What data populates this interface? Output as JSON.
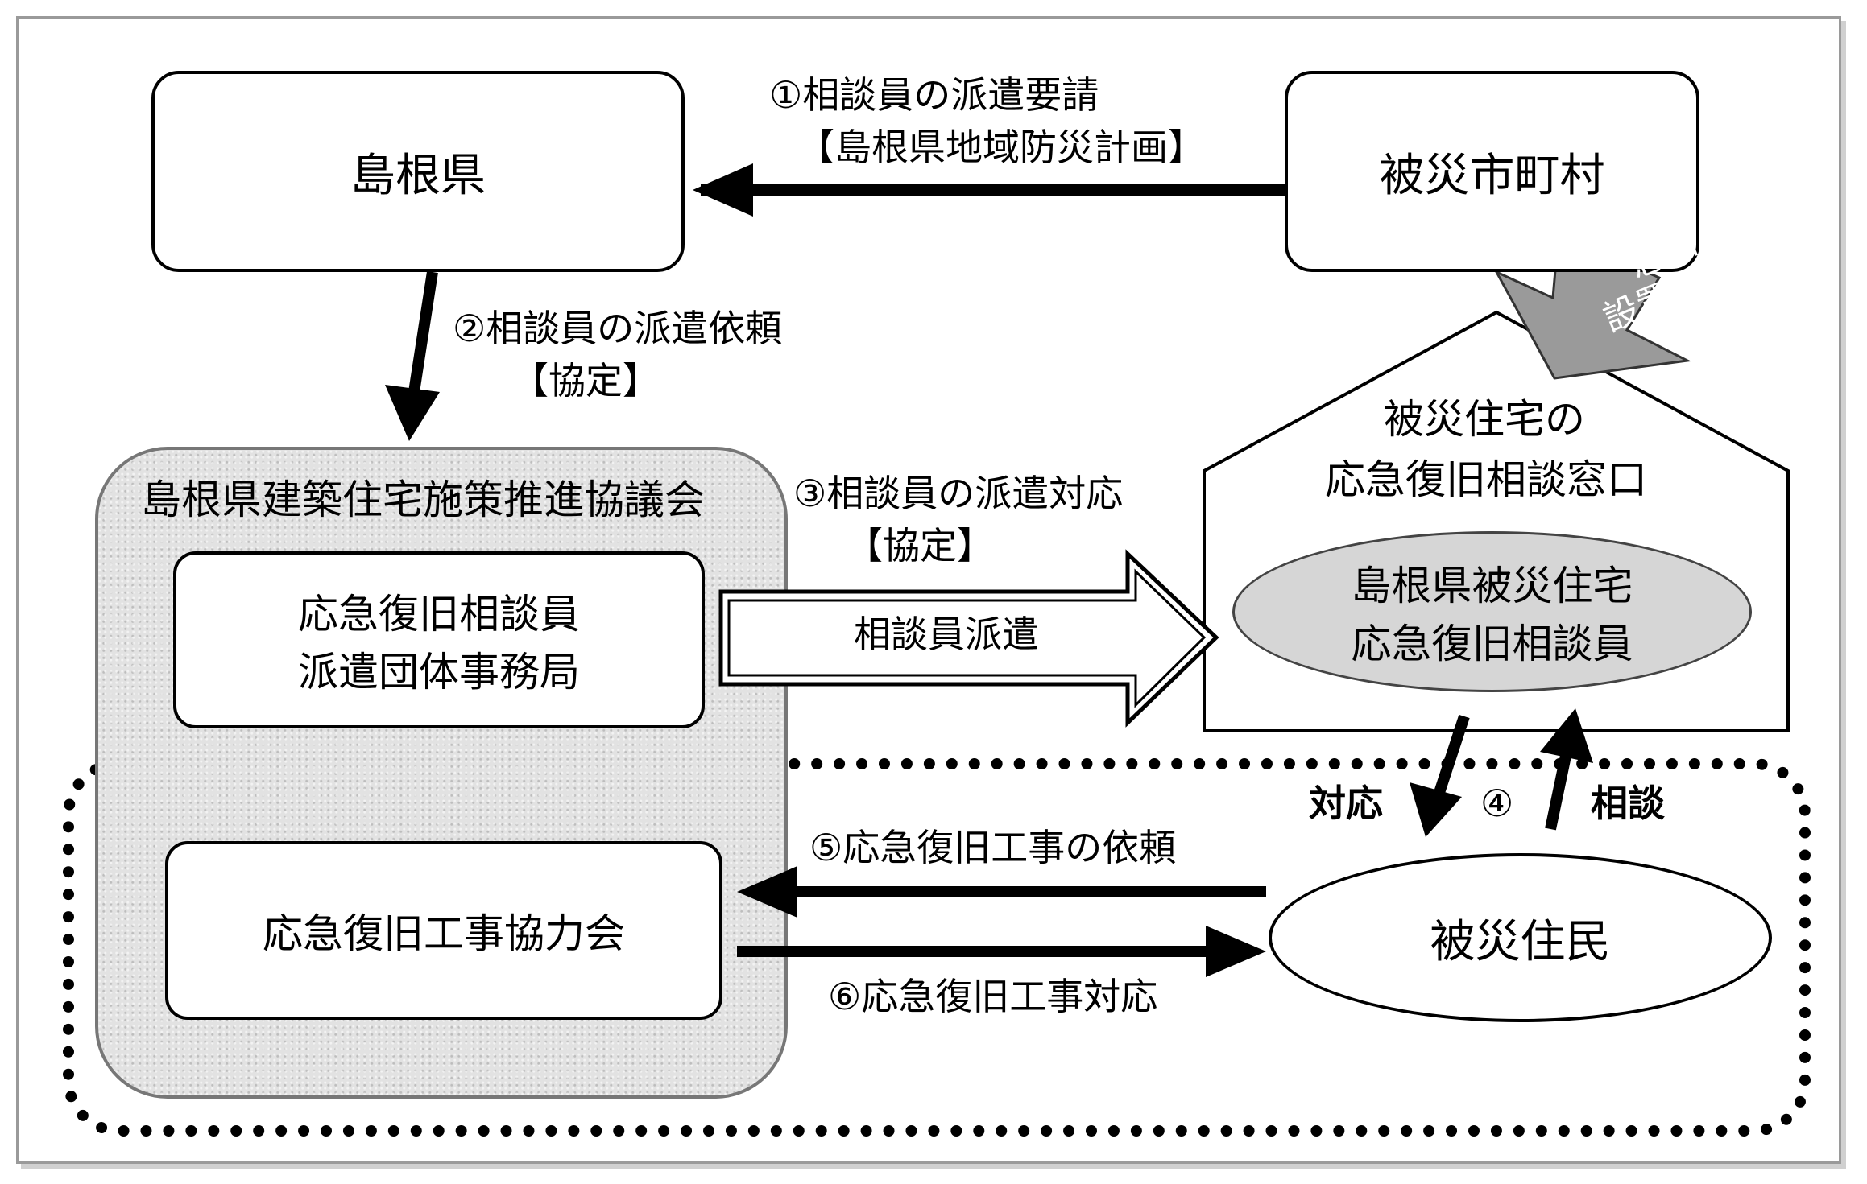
{
  "nodes": {
    "shimane_pref": "島根県",
    "affected_municipality": "被災市町村",
    "council": "島根県建築住宅施策推進協議会",
    "dispatch_office_line1": "応急復旧相談員",
    "dispatch_office_line2": "派遣団体事務局",
    "repair_association": "応急復旧工事協力会",
    "window_line1": "被災住宅の",
    "window_line2": "応急復旧相談窓口",
    "consultant_line1": "島根県被災住宅",
    "consultant_line2": "応急復旧相談員",
    "residents": "被災住民"
  },
  "edges": {
    "step1_line1": "①相談員の派遣要請",
    "step1_line2": "【島根県地域防災計画】",
    "step2_line1": "②相談員の派遣依頼",
    "step2_line2": "【協定】",
    "step3_line1": "③相談員の派遣対応",
    "step3_line2": "【協定】",
    "step3_arrow": "相談員派遣",
    "step4_num": "④",
    "step4_respond": "対応",
    "step4_consult": "相談",
    "step5": "⑤応急復旧工事の依頼",
    "step6": "⑥応急復旧工事対応",
    "window_setup_line1": "窓口",
    "window_setup_line2": "設置"
  }
}
